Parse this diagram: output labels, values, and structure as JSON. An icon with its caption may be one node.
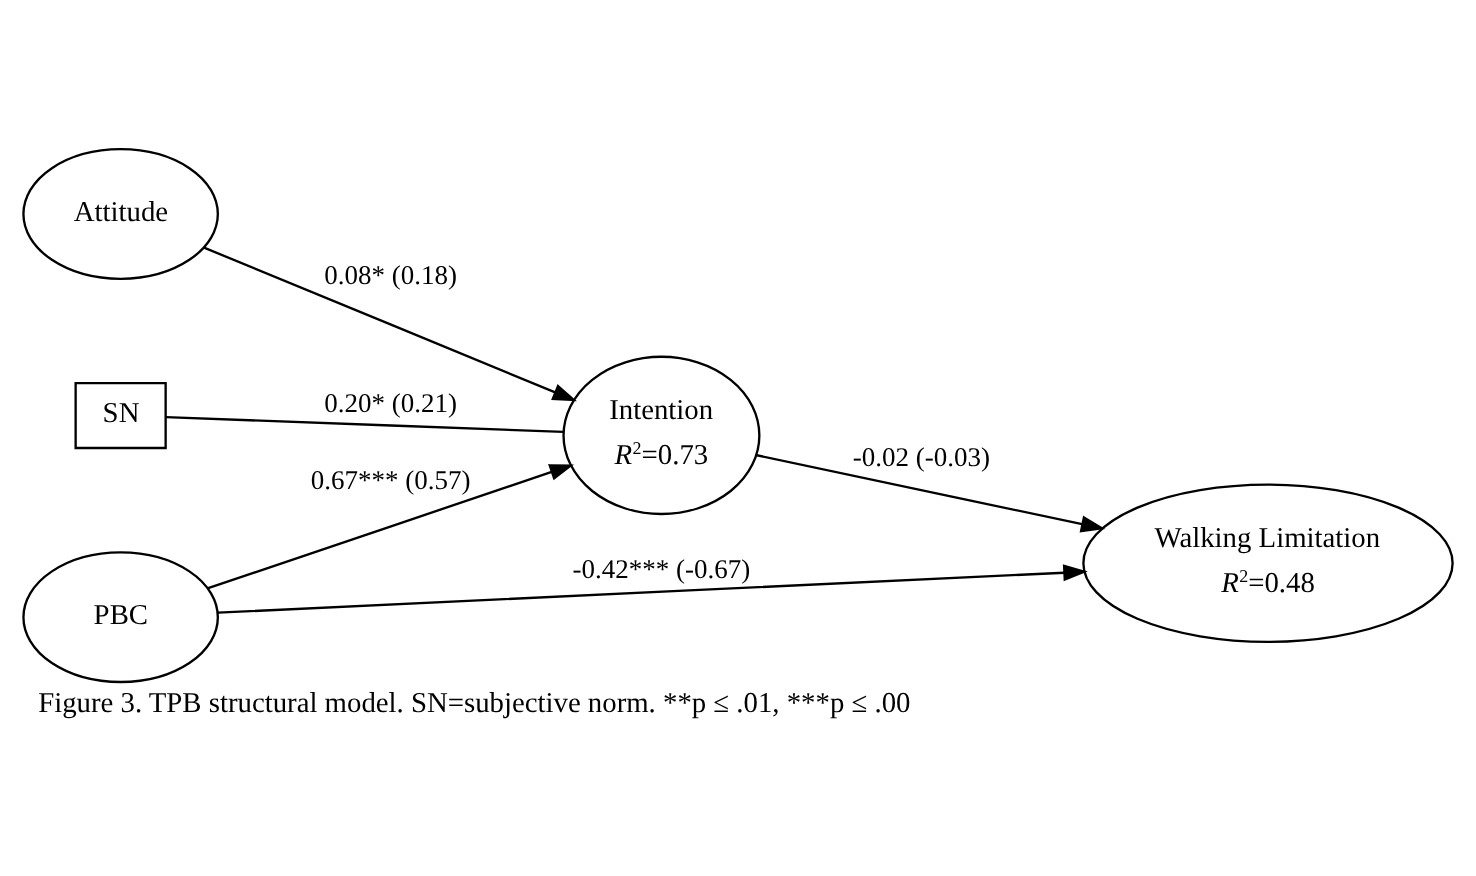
{
  "diagram": {
    "caption": "Figure 3. TPB structural model. SN=subjective norm. **p ≤ .01, ***p ≤ .00",
    "nodes": [
      {
        "text": [
          "Attitude"
        ]
      },
      {
        "text": [
          "SN"
        ]
      },
      {
        "text": [
          "PBC"
        ]
      },
      {
        "text": [
          "Intention",
          "*R*$^{2}$=0.73"
        ]
      },
      {
        "text": [
          "Walking Limitation",
          "*R*$^{2}$=0.48"
        ]
      }
    ],
    "edges": [
      {
        "from": 0,
        "to": 3,
        "arrow": "to",
        "label": "0.08* (0.18)"
      },
      {
        "from": 1,
        "to": 3,
        "arrow": "none",
        "label": "0.20* (0.21)"
      },
      {
        "from": 2,
        "to": 3,
        "arrow": "to",
        "label": "0.67*** (0.57)"
      },
      {
        "from": 3,
        "to": 4,
        "arrow": "to",
        "label": "-0.02 (-0.03)"
      },
      {
        "from": 2,
        "to": 4,
        "arrow": "to",
        "label": "-0.42*** (-0.67)"
      }
    ]
  }
}
